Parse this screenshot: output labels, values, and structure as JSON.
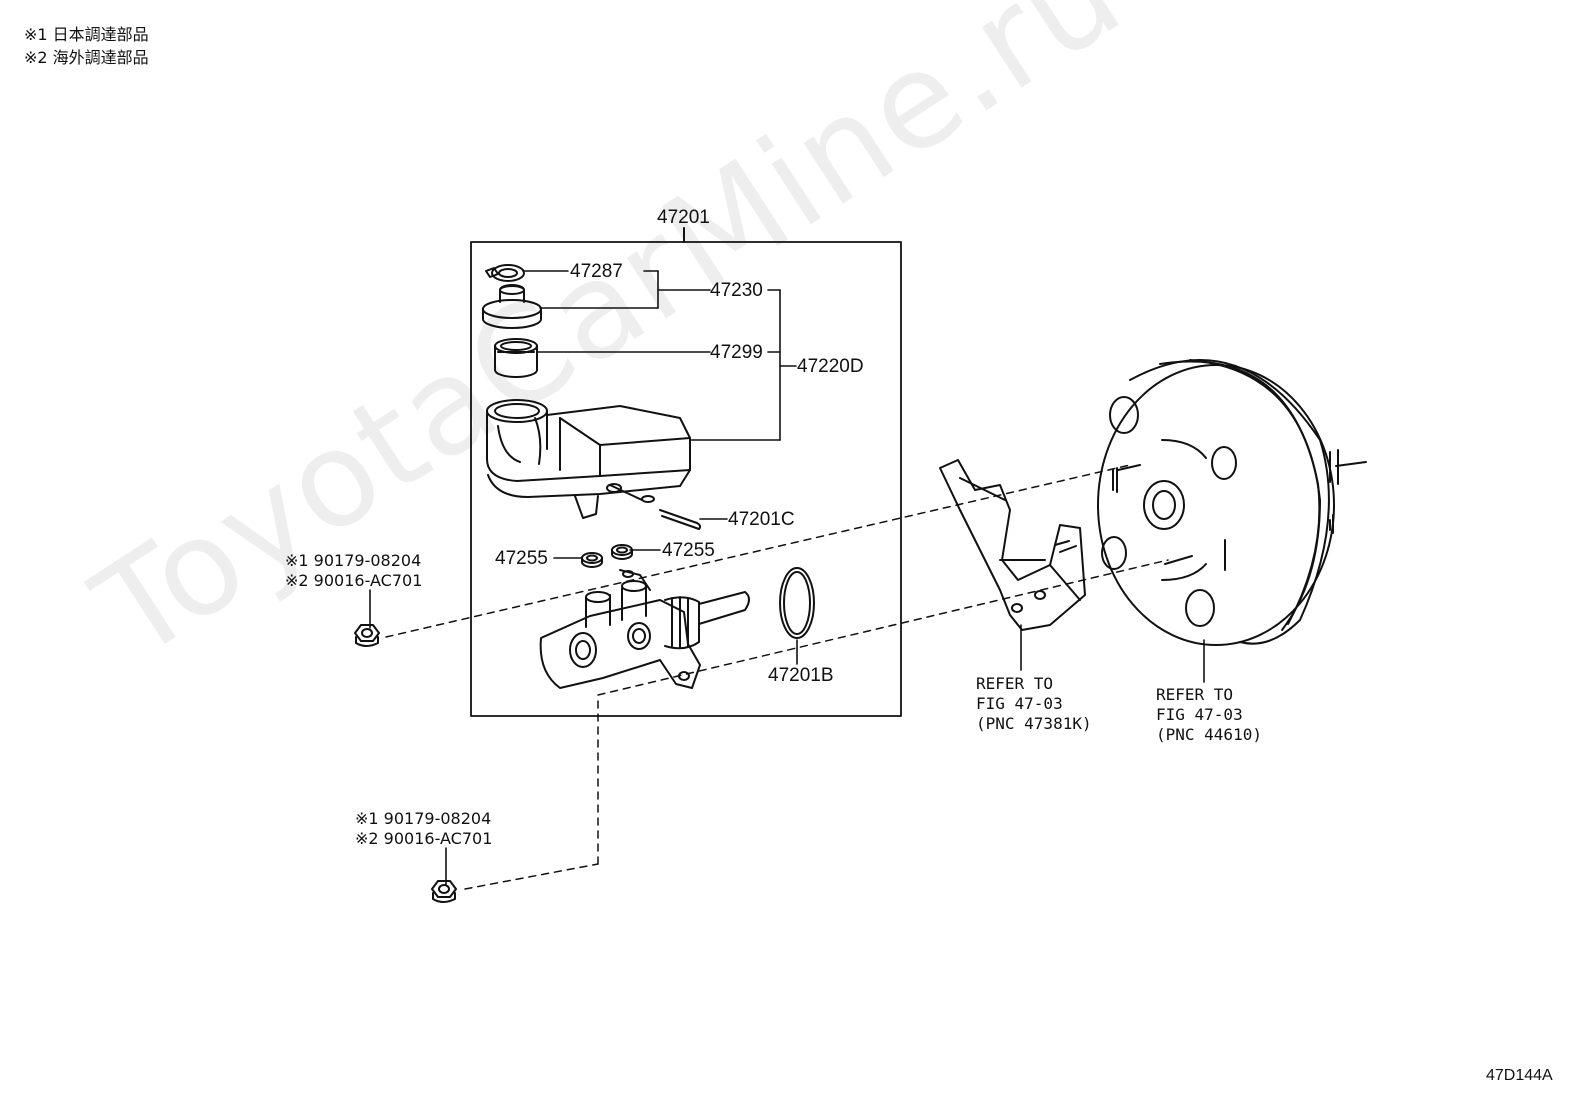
{
  "notes": [
    "※1 日本調達部品",
    "※2 海外調達部品"
  ],
  "watermark": "ToyotaCarMine.ru",
  "figure_id": "47D144A",
  "assembly_label": "47201",
  "parts": {
    "p47287": "47287",
    "p47230": "47230",
    "p47299": "47299",
    "p47220D": "47220D",
    "p47201C": "47201C",
    "p47255_left": "47255",
    "p47255_right": "47255",
    "p47201B": "47201B"
  },
  "fasteners": {
    "upper": {
      "line1": "※1 90179-08204",
      "line2": "※2 90016-AC701"
    },
    "lower": {
      "line1": "※1 90179-08204",
      "line2": "※2 90016-AC701"
    }
  },
  "refs": {
    "bracket": {
      "line1": "REFER TO",
      "line2": "FIG 47-03",
      "line3": "(PNC 47381K)"
    },
    "booster": {
      "line1": "REFER TO",
      "line2": "FIG 47-03",
      "line3": "(PNC 44610)"
    }
  }
}
